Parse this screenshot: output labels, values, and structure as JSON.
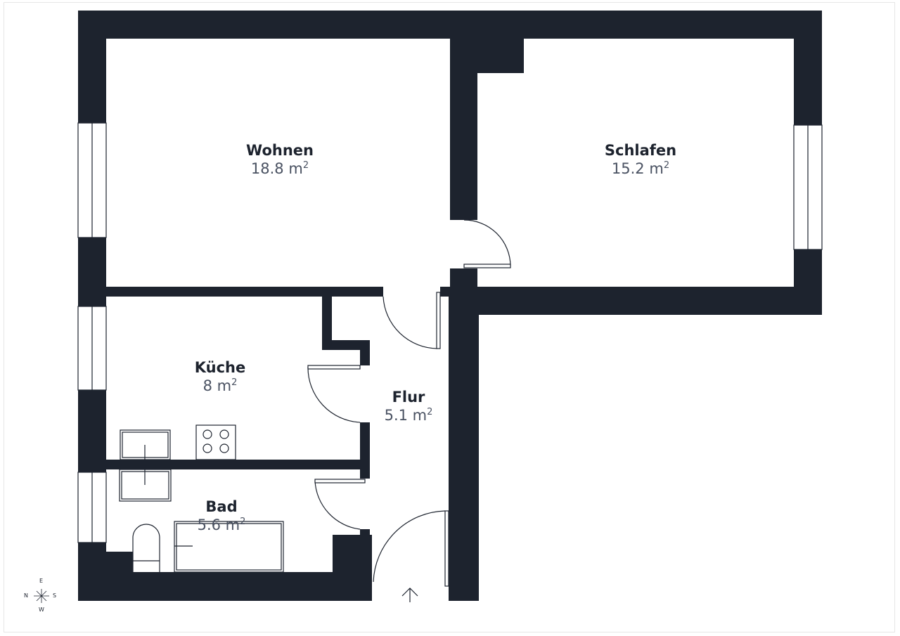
{
  "plan": {
    "wall_color": "#1d232e",
    "line_color": "#1d232e",
    "area_text_color": "#4a5262"
  },
  "rooms": [
    {
      "name": "Wohnen",
      "area": "18.8",
      "unit": "m",
      "exp": "2"
    },
    {
      "name": "Schlafen",
      "area": "15.2",
      "unit": "m",
      "exp": "2"
    },
    {
      "name": "Küche",
      "area": "8",
      "unit": "m",
      "exp": "2"
    },
    {
      "name": "Flur",
      "area": "5.1",
      "unit": "m",
      "exp": "2"
    },
    {
      "name": "Bad",
      "area": "5.6",
      "unit": "m",
      "exp": "2"
    }
  ],
  "compass": {
    "top": "E",
    "left": "N",
    "right": "S",
    "bottom": "W"
  }
}
